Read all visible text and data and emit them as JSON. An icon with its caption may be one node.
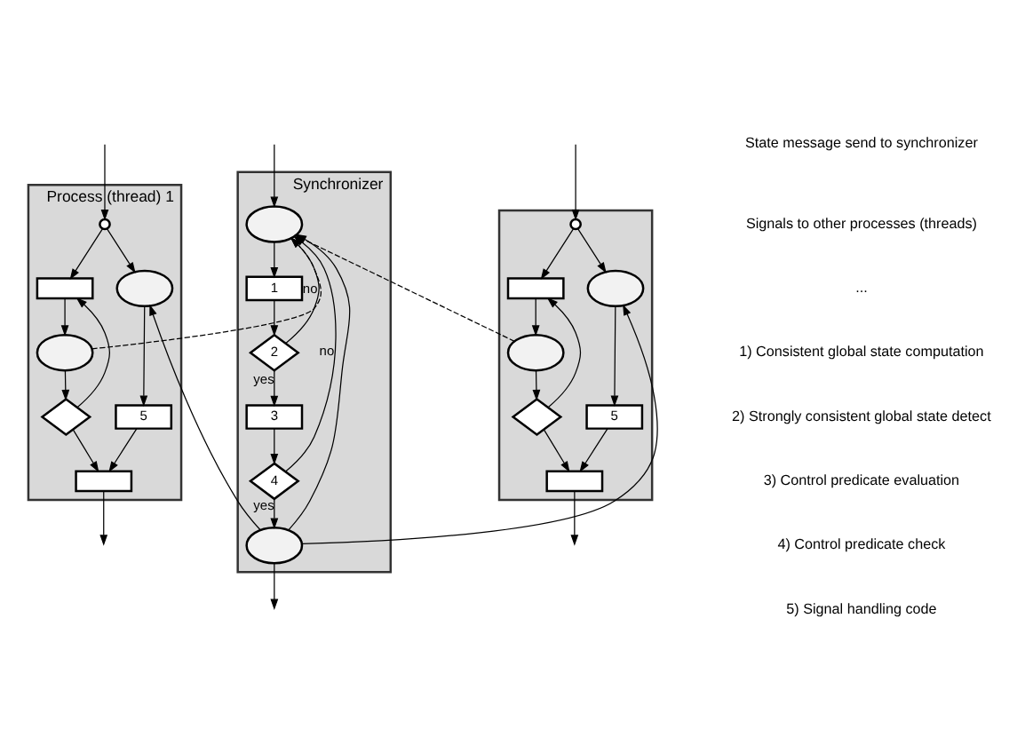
{
  "diagram": {
    "nodes": [
      {
        "text": [
          "Synchronizer"
        ]
      },
      {
        "text": [],
        "shape": "ellipse",
        "in": 0
      },
      {
        "text": [
          "1"
        ],
        "in": 0
      },
      {
        "text": [
          "2"
        ],
        "in": 0
      },
      {
        "text": [
          "3"
        ],
        "in": 0
      },
      {
        "text": [
          "4"
        ],
        "in": 0
      },
      {
        "text": [],
        "shape": "ellipse",
        "in": 0
      },
      {
        "text": [
          "Process (thread) 1"
        ]
      },
      {
        "text": [],
        "shape": "circle",
        "in": 7
      },
      {
        "text": [],
        "shape": "box",
        "in": 7
      },
      {
        "text": [],
        "shape": "ellipse",
        "in": 7
      },
      {
        "text": [],
        "shape": "diamond",
        "in": 7
      },
      {
        "text": [],
        "shape": "ellipse",
        "in": 7
      },
      {
        "text": [
          "5"
        ],
        "in": 7
      },
      {
        "text": [],
        "shape": "box",
        "in": 7
      },
      {
        "text": [],
        "shape": "box"
      },
      {
        "text": [],
        "shape": "circle",
        "in": 15
      },
      {
        "text": [],
        "shape": "box",
        "in": 15
      },
      {
        "text": [],
        "shape": "ellipse",
        "in": 15
      },
      {
        "text": [],
        "shape": "diamond",
        "in": 15
      },
      {
        "text": [],
        "shape": "ellipse",
        "in": 15
      },
      {
        "text": [
          "5"
        ],
        "in": 15
      },
      {
        "text": [],
        "shape": "box",
        "in": 15
      }
    ],
    "edges": [
      {
        "from": null,
        "to": 1,
        "arrow": "to"
      },
      {
        "from": 1,
        "to": 2,
        "arrow": "to"
      },
      {
        "from": 2,
        "to": 3,
        "arrow": "to"
      },
      {
        "from": 3,
        "to": 4,
        "arrow": "to",
        "label": "yes"
      },
      {
        "from": 3,
        "to": 1,
        "arrow": "to",
        "label": "no"
      },
      {
        "from": 4,
        "to": 5,
        "arrow": "to"
      },
      {
        "from": 5,
        "to": 6,
        "arrow": "to",
        "label": "yes"
      },
      {
        "from": 5,
        "to": 1,
        "arrow": "to",
        "label": "no"
      },
      {
        "from": 6,
        "to": 1,
        "arrow": "to"
      },
      {
        "from": 6,
        "to": null,
        "arrow": "to"
      },
      {
        "from": null,
        "to": 8,
        "arrow": "to"
      },
      {
        "from": 8,
        "to": 9,
        "arrow": "to"
      },
      {
        "from": 8,
        "to": 12,
        "arrow": "to"
      },
      {
        "from": 9,
        "to": 10,
        "arrow": "to"
      },
      {
        "from": 10,
        "to": 11,
        "arrow": "to"
      },
      {
        "from": 11,
        "to": 9,
        "arrow": "to"
      },
      {
        "from": 11,
        "to": 14,
        "arrow": "to"
      },
      {
        "from": 12,
        "to": 13,
        "arrow": "to"
      },
      {
        "from": 13,
        "to": 14,
        "arrow": "to"
      },
      {
        "from": 14,
        "to": null,
        "arrow": "to"
      },
      {
        "from": null,
        "to": 16,
        "arrow": "to"
      },
      {
        "from": 16,
        "to": 17,
        "arrow": "to"
      },
      {
        "from": 16,
        "to": 20,
        "arrow": "to"
      },
      {
        "from": 17,
        "to": 18,
        "arrow": "to"
      },
      {
        "from": 18,
        "to": 19,
        "arrow": "to"
      },
      {
        "from": 19,
        "to": 17,
        "arrow": "to"
      },
      {
        "from": 19,
        "to": 22,
        "arrow": "to"
      },
      {
        "from": 20,
        "to": 21,
        "arrow": "to"
      },
      {
        "from": 21,
        "to": 22,
        "arrow": "to"
      },
      {
        "from": 22,
        "to": null,
        "arrow": "to"
      },
      {
        "from": 10,
        "to": 1,
        "arrow": "to",
        "style": "dashed"
      },
      {
        "from": 18,
        "to": 1,
        "arrow": "to",
        "style": "dashed"
      },
      {
        "from": 6,
        "to": 12,
        "arrow": "to"
      },
      {
        "from": 6,
        "to": 20,
        "arrow": "to"
      }
    ],
    "labels": [
      "State message send to synchronizer",
      "Signals to other processes (threads)",
      "...",
      "1) Consistent global state computation",
      "2) Strongly consistent global state detect",
      "3) Control predicate evaluation",
      "4) Control predicate check",
      "5) Signal handling code"
    ]
  }
}
